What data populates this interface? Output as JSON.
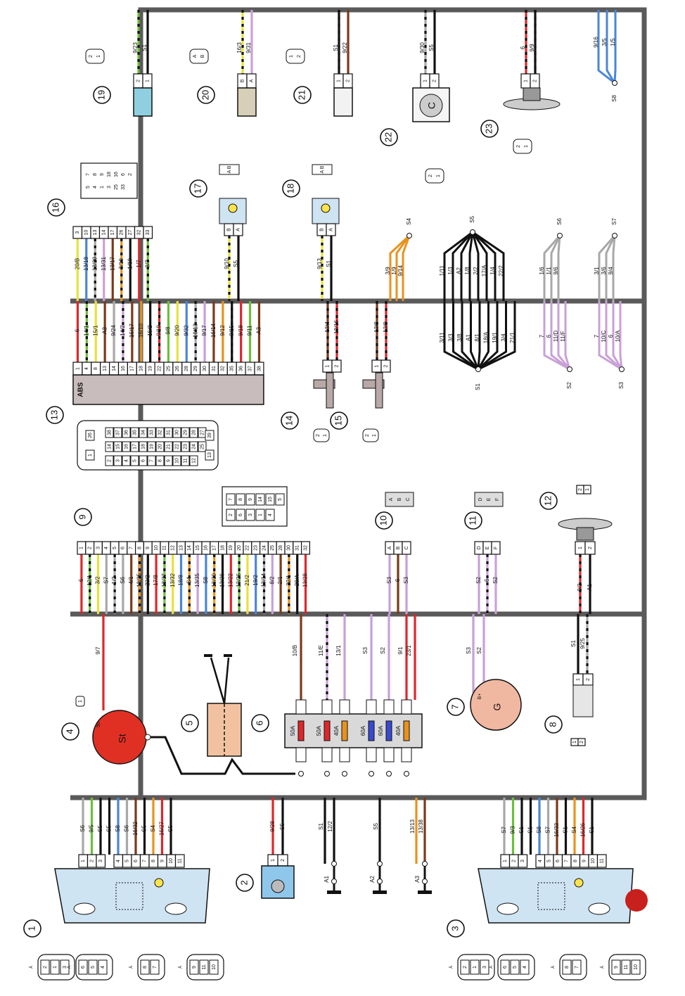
{
  "colors": {
    "harness": "#5a5a5a",
    "harness_edge": "#b03a3a",
    "red": "#e0262a",
    "black": "#111111",
    "green": "#6cbf3a",
    "yellow": "#e7e23a",
    "blue": "#4a86d8",
    "grey": "#a8a8a8",
    "violet": "#c9a0d8",
    "brown": "#7a3a1a",
    "orange": "#e8921e",
    "lightblue": "#cfe4f2",
    "starter": "#e03024",
    "generator": "#f0b8a0",
    "battery": "#f2c2a0",
    "ecu_grey": "#c8bcbc"
  },
  "components": [
    {
      "id": "1",
      "label": "1"
    },
    {
      "id": "2",
      "label": "2"
    },
    {
      "id": "3",
      "label": "3"
    },
    {
      "id": "4",
      "label": "4"
    },
    {
      "id": "5",
      "label": "5"
    },
    {
      "id": "6",
      "label": "6"
    },
    {
      "id": "7",
      "label": "7"
    },
    {
      "id": "8",
      "label": "8"
    },
    {
      "id": "9",
      "label": "9"
    },
    {
      "id": "10",
      "label": "10"
    },
    {
      "id": "11",
      "label": "11"
    },
    {
      "id": "12",
      "label": "12"
    },
    {
      "id": "13",
      "label": "13"
    },
    {
      "id": "14",
      "label": "14"
    },
    {
      "id": "15",
      "label": "15"
    },
    {
      "id": "16",
      "label": "16"
    },
    {
      "id": "17",
      "label": "17"
    },
    {
      "id": "18",
      "label": "18"
    },
    {
      "id": "19",
      "label": "19"
    },
    {
      "id": "20",
      "label": "20"
    },
    {
      "id": "21",
      "label": "21"
    },
    {
      "id": "22",
      "label": "22"
    },
    {
      "id": "23",
      "label": "23"
    }
  ],
  "headlamp_left": {
    "pins": [
      "1",
      "2",
      "3",
      "4",
      "5",
      "6",
      "7",
      "8",
      "9",
      "10",
      "11"
    ],
    "wires": [
      "S6",
      "9/5",
      "S5",
      "S5",
      "S8",
      "S6",
      "16/32",
      "S5",
      "S4",
      "16/27",
      "S5"
    ],
    "connector_pins": [
      "2",
      "1",
      "3",
      "6",
      "5",
      "4",
      "8",
      "7",
      "9",
      "11",
      "10"
    ]
  },
  "headlamp_right": {
    "pins": [
      "1",
      "2",
      "3",
      "4",
      "5",
      "6",
      "7",
      "8",
      "9",
      "10",
      "11"
    ],
    "wires": [
      "S7",
      "9/3",
      "S1",
      "S1",
      "S8",
      "S7",
      "16/33",
      "S1",
      "S4",
      "16/26",
      "S1"
    ],
    "connector_pins": [
      "2",
      "1",
      "3",
      "6",
      "5",
      "4",
      "8",
      "7",
      "9",
      "11",
      "10"
    ]
  },
  "motor_2": {
    "pins": [
      "1",
      "2"
    ],
    "wires": [
      "9/28",
      "S5"
    ]
  },
  "grounds": [
    {
      "name": "A1",
      "wires": [
        "S1",
        "12/2"
      ]
    },
    {
      "name": "A2",
      "wires": [
        "S5"
      ]
    },
    {
      "name": "A3",
      "wires": [
        "13/13",
        "13/38"
      ]
    }
  ],
  "starter": {
    "label": "St",
    "terminal": "50",
    "wire": "9/7",
    "connector_pin": "1"
  },
  "fuse_block": {
    "wires": [
      "10/B",
      "11/E",
      "13/1",
      "S3",
      "S2",
      "9/1",
      "23/1"
    ],
    "fuses": [
      "50A",
      "50A",
      "40A",
      "60A",
      "60A",
      "40A"
    ]
  },
  "generator": {
    "label": "G",
    "terminal": "B+",
    "wires": [
      "S3",
      "S2"
    ]
  },
  "sensor_8": {
    "pins": [
      "1",
      "2"
    ],
    "wires": [
      "S1",
      "9/25"
    ]
  },
  "connector_9": {
    "pins": [
      "1",
      "2",
      "3",
      "4",
      "5",
      "6",
      "7",
      "8",
      "9",
      "10",
      "11",
      "12",
      "13",
      "14",
      "15",
      "16",
      "17",
      "18",
      "19",
      "20",
      "22",
      "23",
      "24",
      "25",
      "28",
      "30",
      "31",
      "32"
    ],
    "wires": [
      "6",
      "12/1",
      "3/2",
      "S7",
      "1/2",
      "S6",
      "4/1",
      "13/25",
      "23/2",
      "17/8",
      "13/37",
      "13/32",
      "18/8",
      "S4",
      "13/35",
      "S8",
      "13/30",
      "13/36",
      "13/22",
      "13/26",
      "21/2",
      "19/2",
      "13/14",
      "8/2",
      "2/1",
      "22/1",
      "20/A",
      "13/28"
    ],
    "face_pins": [
      "7",
      "8",
      "9",
      "14",
      "15",
      "5",
      "2",
      "6",
      "3",
      "1",
      "4"
    ]
  },
  "connector_10": {
    "pins": [
      "A",
      "B",
      "C"
    ],
    "wires": [
      "S3",
      "6",
      "S3"
    ]
  },
  "connector_11": {
    "pins": [
      "D",
      "E",
      "F"
    ],
    "wires": [
      "S2",
      "6",
      "S2"
    ]
  },
  "fan_12": {
    "pins": [
      "1",
      "2"
    ],
    "wires": [
      "9/2",
      "A1"
    ]
  },
  "abs_13": {
    "label": "ABS",
    "pins": [
      "1",
      "4",
      "8",
      "13",
      "14",
      "16",
      "17",
      "18",
      "19",
      "22",
      "25",
      "26",
      "28",
      "29",
      "30",
      "31",
      "32",
      "35",
      "36",
      "37",
      "38"
    ],
    "wires": [
      "6",
      "14/1",
      "15/1",
      "A3",
      "9/24",
      "14/2",
      "16/17",
      "16/10",
      "15/2",
      "9/19",
      "9/8",
      "9/20",
      "9/32",
      "16/13",
      "9/17",
      "16/14",
      "9/12",
      "9/15",
      "9/18",
      "9/11",
      "A3"
    ],
    "face_rows": [
      [
        "38",
        "37",
        "36",
        "35",
        "34",
        "33",
        "32",
        "31",
        "30",
        "29",
        "28",
        "27"
      ],
      [
        "14",
        "15",
        "16",
        "17",
        "18",
        "19",
        "20",
        "21",
        "22",
        "23",
        "24",
        "25"
      ],
      [
        "2",
        "3",
        "4",
        "5",
        "6",
        "7",
        "8",
        "9",
        "10",
        "11",
        "12"
      ]
    ],
    "face_side": [
      "26",
      "1",
      "39",
      "13"
    ]
  },
  "sensor_14": {
    "pins": [
      "1",
      "2"
    ],
    "wires": [
      "13/4",
      "13/16"
    ]
  },
  "sensor_15": {
    "pins": [
      "1",
      "2"
    ],
    "wires": [
      "13/8",
      "13/9"
    ]
  },
  "splices": [
    {
      "name": "S1",
      "wires": [
        "3/11",
        "3/3",
        "3/8",
        "A1",
        "8/1",
        "18/A",
        "19/1",
        "3/4",
        "21/1"
      ]
    },
    {
      "name": "S2",
      "wires": [
        "7",
        "6",
        "11/D",
        "11/F"
      ]
    },
    {
      "name": "S3",
      "wires": [
        "7",
        "10/C",
        "6",
        "10/A"
      ]
    },
    {
      "name": "S4",
      "wires": [
        "3/9",
        "1/9",
        "9/14"
      ]
    },
    {
      "name": "S5",
      "wires": [
        "1/11",
        "1/3",
        "A2",
        "1/8",
        "2/2",
        "17/A",
        "1/4",
        "22/2"
      ]
    },
    {
      "name": "S6",
      "wires": [
        "1/6",
        "1/1",
        "9/6"
      ]
    },
    {
      "name": "S7",
      "wires": [
        "3/1",
        "3/6",
        "9/4"
      ]
    },
    {
      "name": "S8",
      "wires": [
        "9/16",
        "3/5",
        "1/5"
      ]
    }
  ],
  "connector_16": {
    "pins": [
      "3",
      "10",
      "13",
      "14",
      "17",
      "26",
      "27",
      "32",
      "33"
    ],
    "wires": [
      "20/B",
      "13/18",
      "13/29",
      "13/31",
      "13/17",
      "3/10",
      "1/10",
      "1/7",
      "3/7"
    ],
    "face_pins": [
      "7",
      "8",
      "9",
      "18",
      "16",
      "6",
      "2",
      "5",
      "4",
      "1",
      "3",
      "25",
      "33"
    ]
  },
  "lamp_17": {
    "pins": [
      "B",
      "A"
    ],
    "wires": [
      "9/10",
      "S5"
    ],
    "face": "A B"
  },
  "lamp_18": {
    "pins": [
      "B",
      "A"
    ],
    "wires": [
      "9/13",
      "S1"
    ],
    "face": "A B"
  },
  "sensor_19": {
    "pins": [
      "2",
      "1"
    ],
    "wires": [
      "9/23",
      "S1"
    ],
    "face": [
      "2",
      "1"
    ]
  },
  "switch_20": {
    "pins": [
      "B",
      "A"
    ],
    "wires": [
      "16/3",
      "9/31"
    ],
    "face": [
      "A",
      "B"
    ]
  },
  "sensor_21": {
    "pins": [
      "1",
      "2"
    ],
    "wires": [
      "S1",
      "9/22"
    ],
    "face": [
      "1",
      "2"
    ]
  },
  "clutch_22": {
    "label": "C",
    "pins": [
      "1",
      "2"
    ],
    "wires": [
      "9/30",
      "S5"
    ],
    "face": [
      "2",
      "1"
    ]
  },
  "fan_23": {
    "pins": [
      "1",
      "2"
    ],
    "wires": [
      "6",
      "9/9"
    ],
    "face": [
      "2",
      "1"
    ]
  },
  "fan_12_face": [
    "2",
    "1"
  ],
  "sensor_8_face": [
    "1",
    "2"
  ],
  "sensor_14_face": [
    "2",
    "1"
  ],
  "sensor_15_face": [
    "2",
    "1"
  ],
  "connector_10_face": [
    "A",
    "B",
    "C"
  ],
  "connector_11_face": [
    "D",
    "E",
    "F"
  ],
  "starter_face": [
    "1"
  ]
}
